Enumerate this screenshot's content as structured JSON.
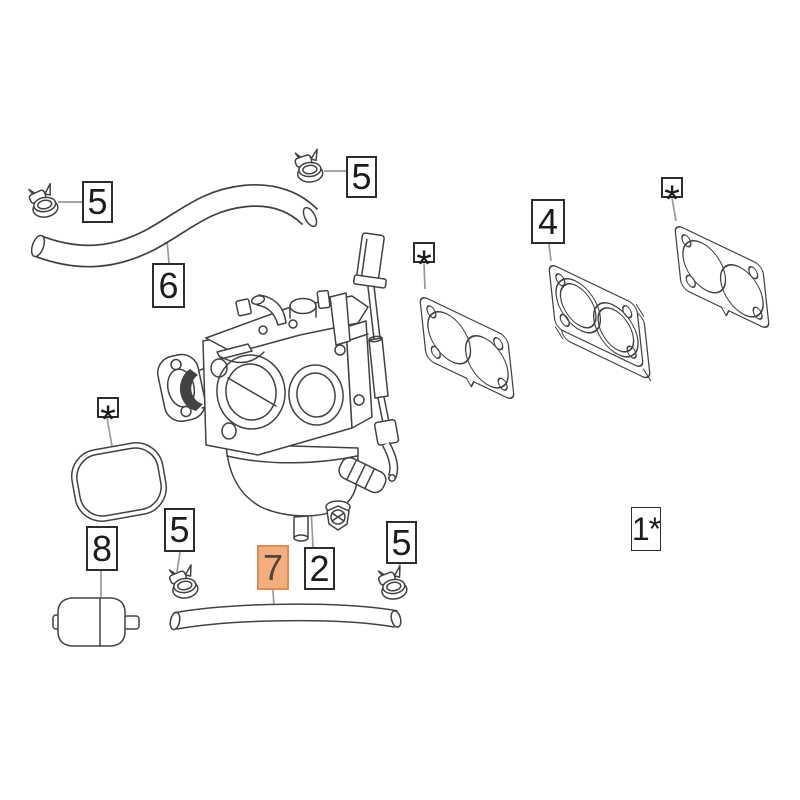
{
  "colors": {
    "background": "#ffffff",
    "line": "#424242",
    "leader": "#999999",
    "box-border": "#2d2d2d",
    "box-fill": "#ffffff",
    "label-text": "#1c1c1c",
    "highlight-fill": "#f4ae7d",
    "highlight-border": "#e08b52",
    "highlight-text": "#4e463c"
  },
  "labels": {
    "clamp_top_left": {
      "text": "5"
    },
    "hose_upper": {
      "text": "6"
    },
    "clamp_top_mid": {
      "text": "5"
    },
    "seal_left": {
      "text": "*"
    },
    "gasket_left": {
      "text": "*"
    },
    "insulator": {
      "text": "4"
    },
    "gasket_right": {
      "text": "*"
    },
    "fuel_filter": {
      "text": "8"
    },
    "clamp_bottom_left": {
      "text": "5"
    },
    "hose_lower": {
      "text": "7",
      "highlighted": true
    },
    "carburetor": {
      "text": "2"
    },
    "clamp_bottom_right": {
      "text": "5"
    },
    "assembly": {
      "text": "1*"
    }
  }
}
